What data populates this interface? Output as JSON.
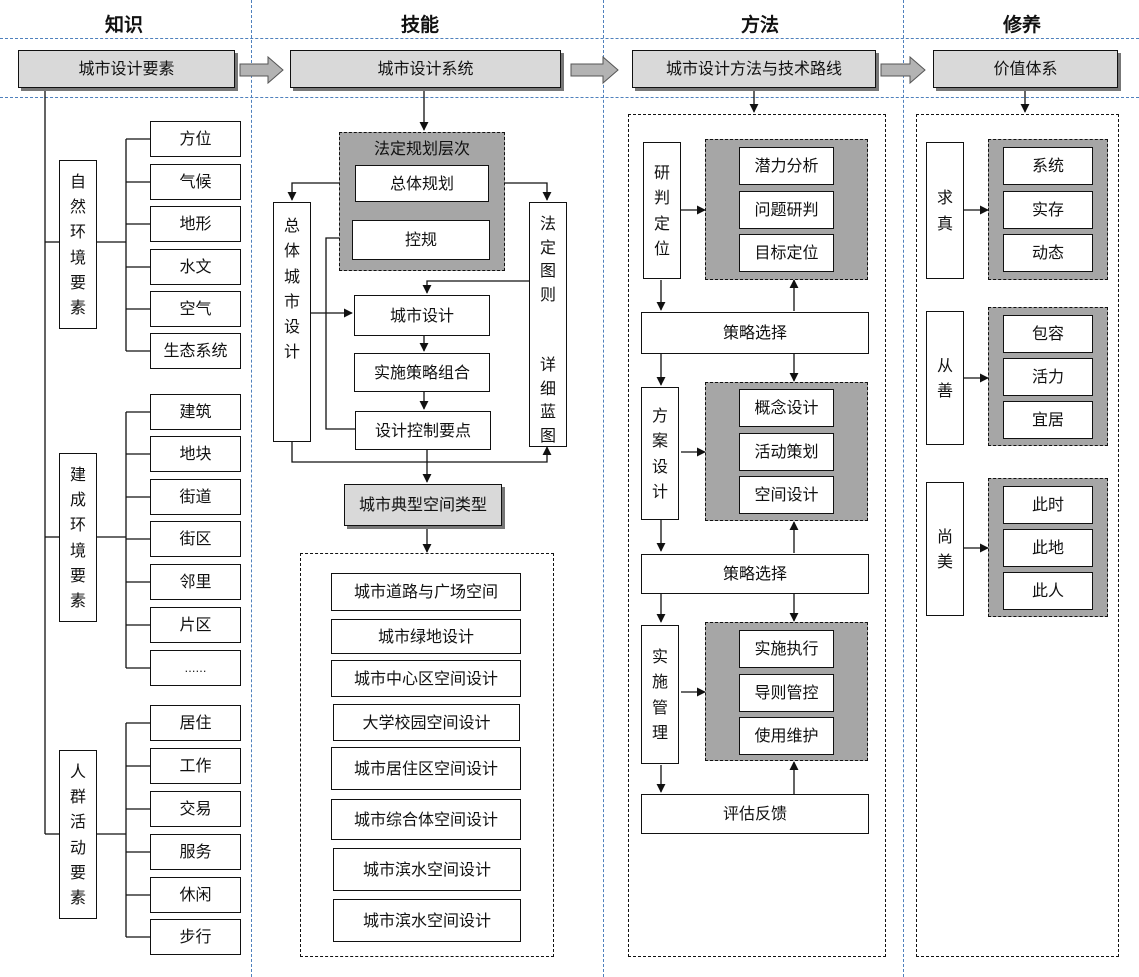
{
  "headers": {
    "knowledge": "知识",
    "skill": "技能",
    "method": "方法",
    "cultivation": "修养"
  },
  "top_row": {
    "knowledge": "城市设计要素",
    "skill": "城市设计系统",
    "method": "城市设计方法与技术路线",
    "cultivation": "价值体系"
  },
  "knowledge": {
    "groups": [
      {
        "label": "自然环境要素",
        "items": [
          "方位",
          "气候",
          "地形",
          "水文",
          "空气",
          "生态系统"
        ]
      },
      {
        "label": "建成环境要素",
        "items": [
          "建筑",
          "地块",
          "街道",
          "街区",
          "邻里",
          "片区",
          "……"
        ]
      },
      {
        "label": "人群活动要素",
        "items": [
          "居住",
          "工作",
          "交易",
          "服务",
          "休闲",
          "步行"
        ]
      }
    ]
  },
  "skill": {
    "statutory_title": "法定规划层次",
    "master_plan": "总体规划",
    "control_plan": "控规",
    "left_box": "总体城市设计",
    "right_box": "法定图则  详细蓝图",
    "urban_design": "城市设计",
    "strategy_combo": "实施策略组合",
    "control_points": "设计控制要点",
    "typical_space": "城市典型空间类型",
    "space_types": [
      "城市道路与广场空间",
      "城市绿地设计",
      "城市中心区空间设计",
      "大学校园空间设计",
      "城市居住区空间设计",
      "城市综合体空间设计",
      "城市滨水空间设计",
      "城市滨水空间设计"
    ]
  },
  "method": {
    "stages": [
      {
        "label": "研判定位",
        "items": [
          "潜力分析",
          "问题研判",
          "目标定位"
        ]
      },
      {
        "label": "方案设计",
        "items": [
          "概念设计",
          "活动策划",
          "空间设计"
        ]
      },
      {
        "label": "实施管理",
        "items": [
          "实施执行",
          "导则管控",
          "使用维护"
        ]
      }
    ],
    "strategy_1": "策略选择",
    "strategy_2": "策略选择",
    "feedback": "评估反馈"
  },
  "cultivation": {
    "groups": [
      {
        "label": "求真",
        "items": [
          "系统",
          "实存",
          "动态"
        ]
      },
      {
        "label": "从善",
        "items": [
          "包容",
          "活力",
          "宜居"
        ]
      },
      {
        "label": "尚美",
        "items": [
          "此时",
          "此地",
          "此人"
        ]
      }
    ]
  }
}
